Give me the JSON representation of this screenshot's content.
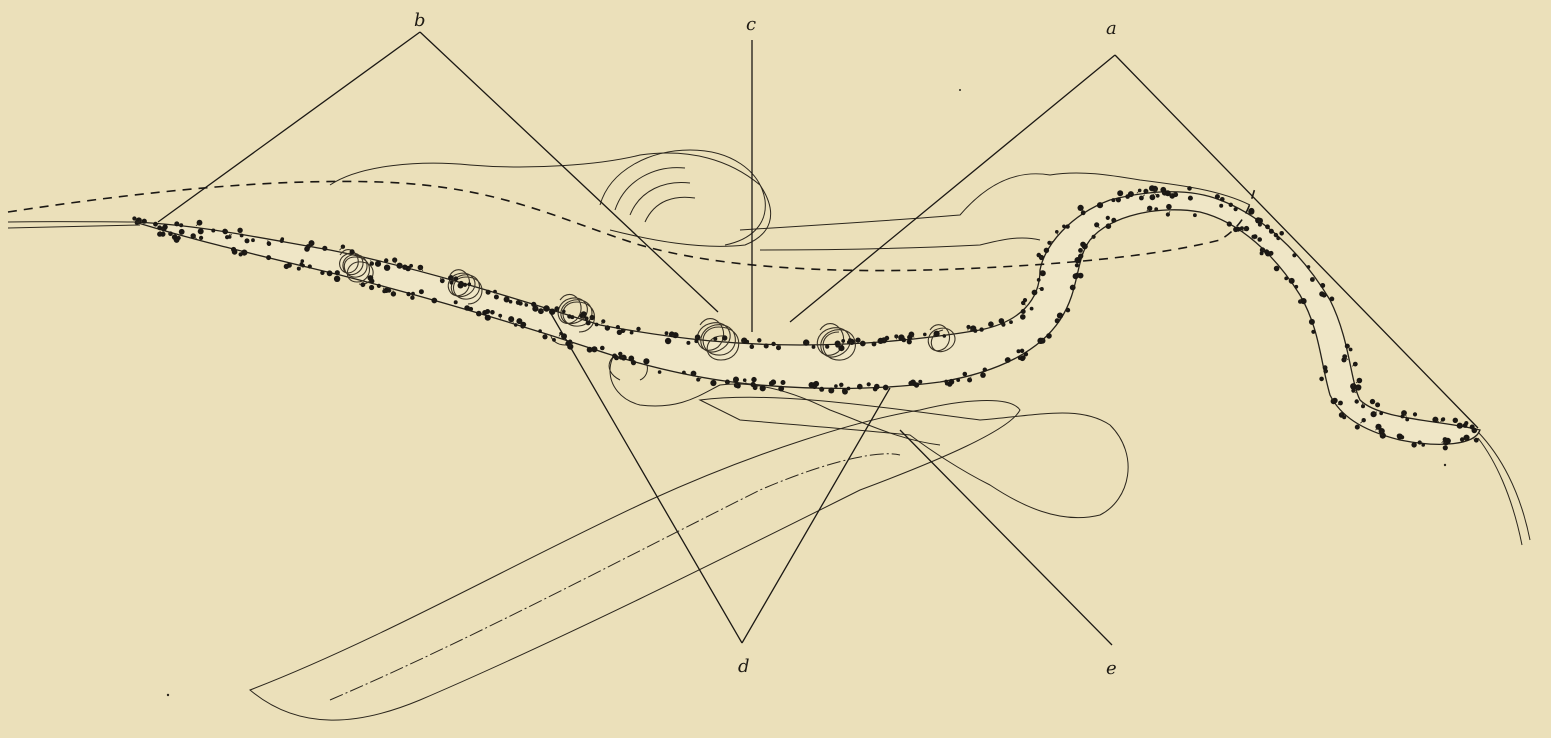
{
  "figure": {
    "labels": {
      "a": "a",
      "b": "b",
      "c": "c",
      "d": "d",
      "e": "e"
    },
    "colors": {
      "paper": "#ebe0ba",
      "ink": "#1b1814"
    }
  }
}
